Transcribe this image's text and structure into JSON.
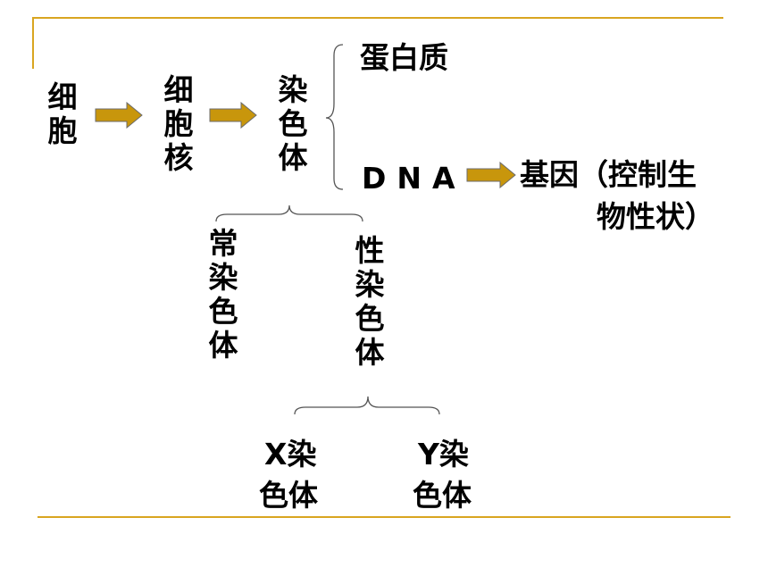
{
  "colors": {
    "accent": "#d9a520",
    "arrow_fill": "#c8960c",
    "text": "#000000"
  },
  "nodes": {
    "cell": "细胞",
    "nucleus": "细胞核",
    "chromosome": "染色体",
    "protein": "蛋白质",
    "dna": "DNA",
    "gene": "基因（控制生",
    "gene_line2": "物性状）",
    "autosome": "常染色体",
    "sex_chromosome": "性染色体",
    "x_chromosome_1": "X染",
    "x_chromosome_2": "色体",
    "y_chromosome_1": "Y染",
    "y_chromosome_2": "色体"
  }
}
